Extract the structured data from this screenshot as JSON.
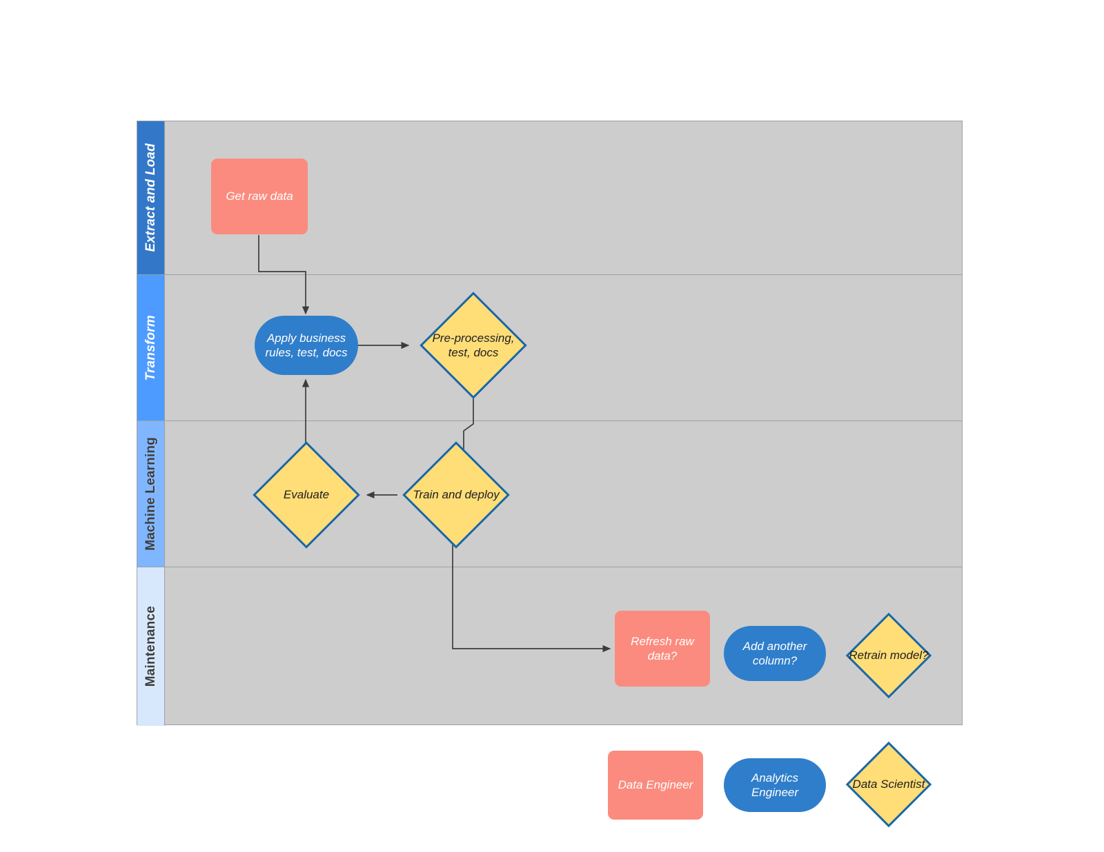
{
  "diagram": {
    "type": "swimlane-flowchart",
    "lanes": [
      {
        "id": "extract-and-load",
        "label": "Extract and Load",
        "header_bg": "#3378c8",
        "header_text": "#ffffff",
        "text_style": "light"
      },
      {
        "id": "transform",
        "label": "Transform",
        "header_bg": "#4d9bff",
        "header_text": "#ffffff",
        "text_style": "light"
      },
      {
        "id": "machine-learning",
        "label": "Machine Learning",
        "header_bg": "#80b6ff",
        "header_text": "#3c3c3c",
        "text_style": "dark"
      },
      {
        "id": "maintenance",
        "label": "Maintenance",
        "header_bg": "#d7e8fd",
        "header_text": "#3c3c3c",
        "text_style": "dark"
      }
    ],
    "lane_body_bg": "#cdcdcd",
    "nodes": [
      {
        "id": "get-raw-data",
        "label": "Get raw data",
        "shape": "rect",
        "role": "data-engineer",
        "lane": "extract-and-load"
      },
      {
        "id": "apply-business-rules",
        "label": "Apply business rules, test, docs",
        "shape": "pill",
        "role": "analytics-engineer",
        "lane": "transform"
      },
      {
        "id": "pre-processing",
        "label": "Pre-processing, test, docs",
        "shape": "diamond",
        "role": "data-scientist",
        "lane": "transform"
      },
      {
        "id": "evaluate",
        "label": "Evaluate",
        "shape": "diamond",
        "role": "data-scientist",
        "lane": "machine-learning"
      },
      {
        "id": "train-and-deploy",
        "label": "Train and deploy",
        "shape": "diamond",
        "role": "data-scientist",
        "lane": "machine-learning"
      },
      {
        "id": "refresh-raw-data",
        "label": "Refresh raw data?",
        "shape": "rect",
        "role": "data-engineer",
        "lane": "maintenance"
      },
      {
        "id": "add-another-column",
        "label": "Add another column?",
        "shape": "pill",
        "role": "analytics-engineer",
        "lane": "maintenance"
      },
      {
        "id": "retrain-model",
        "label": "Retrain model?",
        "shape": "diamond",
        "role": "data-scientist",
        "lane": "maintenance"
      }
    ],
    "edges": [
      {
        "from": "get-raw-data",
        "to": "apply-business-rules"
      },
      {
        "from": "apply-business-rules",
        "to": "pre-processing"
      },
      {
        "from": "pre-processing",
        "to": "train-and-deploy"
      },
      {
        "from": "train-and-deploy",
        "to": "evaluate"
      },
      {
        "from": "evaluate",
        "to": "apply-business-rules"
      },
      {
        "from": "train-and-deploy",
        "to": "refresh-raw-data"
      }
    ]
  },
  "legend": {
    "items": [
      {
        "id": "data-engineer",
        "label": "Data Engineer",
        "shape": "rect",
        "color": "#fb8b7e"
      },
      {
        "id": "analytics-engineer",
        "label": "Analytics Engineer",
        "shape": "pill",
        "color": "#2f7ecb"
      },
      {
        "id": "data-scientist",
        "label": "Data Scientist",
        "shape": "diamond",
        "color": "#ffdd77"
      }
    ]
  },
  "colors": {
    "data_engineer_fill": "#fb8b7e",
    "analytics_engineer_fill": "#2f7ecb",
    "data_scientist_fill": "#ffdd77",
    "data_scientist_stroke": "#1766ab",
    "lane_bg": "#cdcdcd",
    "connector": "#3c3c3c"
  }
}
